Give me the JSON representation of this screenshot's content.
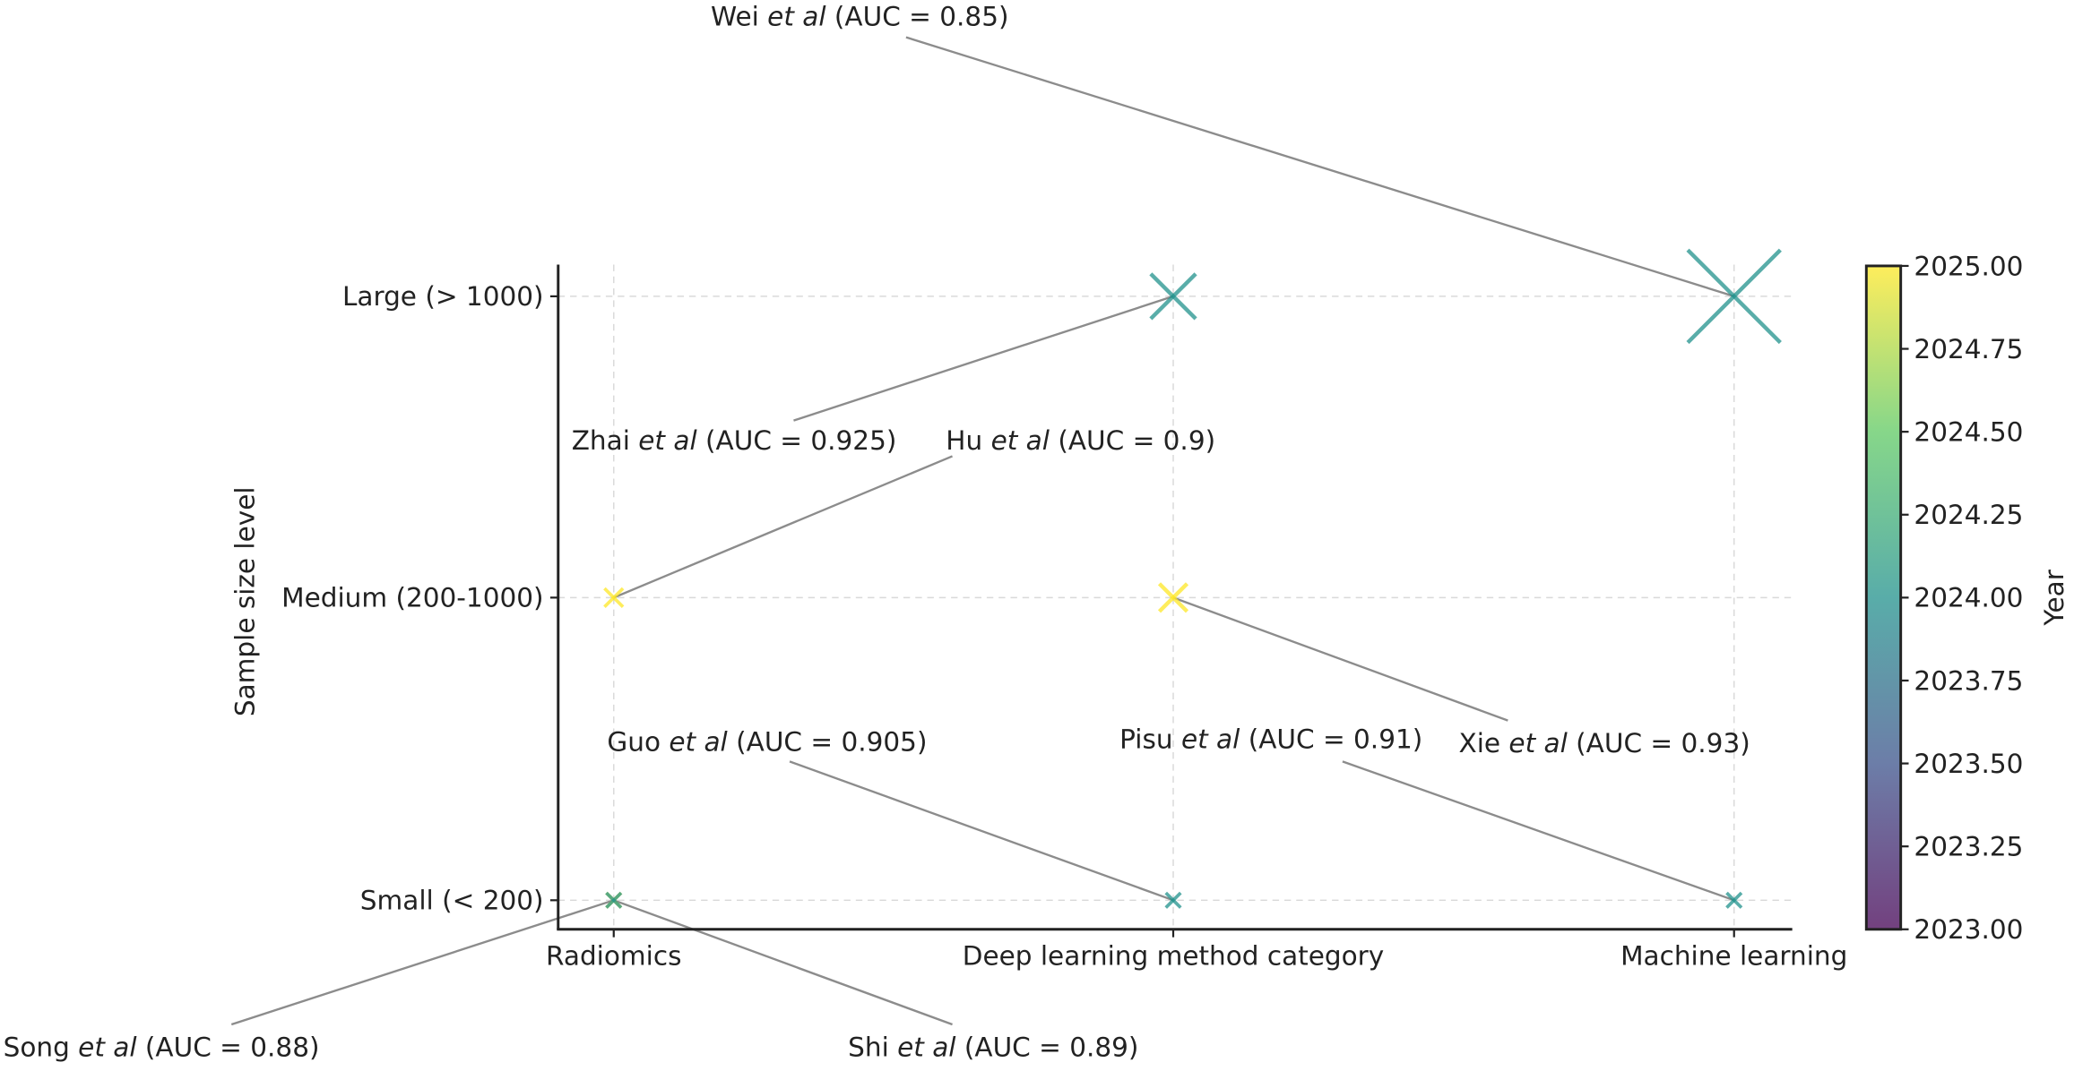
{
  "chart_data": {
    "type": "scatter",
    "title": "",
    "xlabel": "Deep learning method category",
    "ylabel": "Sample size level",
    "x_categories": [
      "Radiomics",
      "Deep learning method category",
      "Machine learning"
    ],
    "y_categories": [
      "Small (< 200)",
      "Medium (200-1000)",
      "Large (> 1000)"
    ],
    "grid": true,
    "colorbar": {
      "label": "Year",
      "range": [
        2023.0,
        2025.0
      ],
      "ticks": [
        "2023.00",
        "2023.25",
        "2023.50",
        "2023.75",
        "2024.00",
        "2024.25",
        "2024.50",
        "2024.75",
        "2025.00"
      ],
      "colormap": "viridis"
    },
    "points": [
      {
        "author": "Wei",
        "etal": "et al",
        "auc_text": "(AUC = 0.85)",
        "auc": 0.85,
        "x": "Machine learning",
        "y": "Large (> 1000)",
        "year": 2024,
        "size": 3
      },
      {
        "author": "Zhai",
        "etal": "et al",
        "auc_text": "(AUC = 0.925)",
        "auc": 0.925,
        "x": "Deep learning method category",
        "y": "Large (> 1000)",
        "year": 2024,
        "size": 2
      },
      {
        "author": "Hu",
        "etal": "et al",
        "auc_text": "(AUC = 0.9)",
        "auc": 0.9,
        "x": "Radiomics",
        "y": "Medium (200-1000)",
        "year": 2025,
        "size": 1
      },
      {
        "author": "Xie",
        "etal": "et al",
        "auc_text": "(AUC = 0.93)",
        "auc": 0.93,
        "x": "Deep learning method category",
        "y": "Medium (200-1000)",
        "year": 2025,
        "size": 1.5
      },
      {
        "author": "Guo",
        "etal": "et al",
        "auc_text": "(AUC = 0.905)",
        "auc": 0.905,
        "x": "Deep learning method category",
        "y": "Small (< 200)",
        "year": 2024,
        "size": 0.8
      },
      {
        "author": "Pisu",
        "etal": "et al",
        "auc_text": "(AUC = 0.91)",
        "auc": 0.91,
        "x": "Machine learning",
        "y": "Small (< 200)",
        "year": 2024,
        "size": 0.8
      },
      {
        "author": "Song",
        "etal": "et al",
        "auc_text": "(AUC = 0.88)",
        "auc": 0.88,
        "x": "Radiomics",
        "y": "Small (< 200)",
        "year": 2025,
        "size": 0.8
      },
      {
        "author": "Shi",
        "etal": "et al",
        "auc_text": "(AUC = 0.89)",
        "auc": 0.89,
        "x": "Radiomics",
        "y": "Small (< 200)",
        "year": 2024,
        "size": 0.8
      }
    ]
  }
}
